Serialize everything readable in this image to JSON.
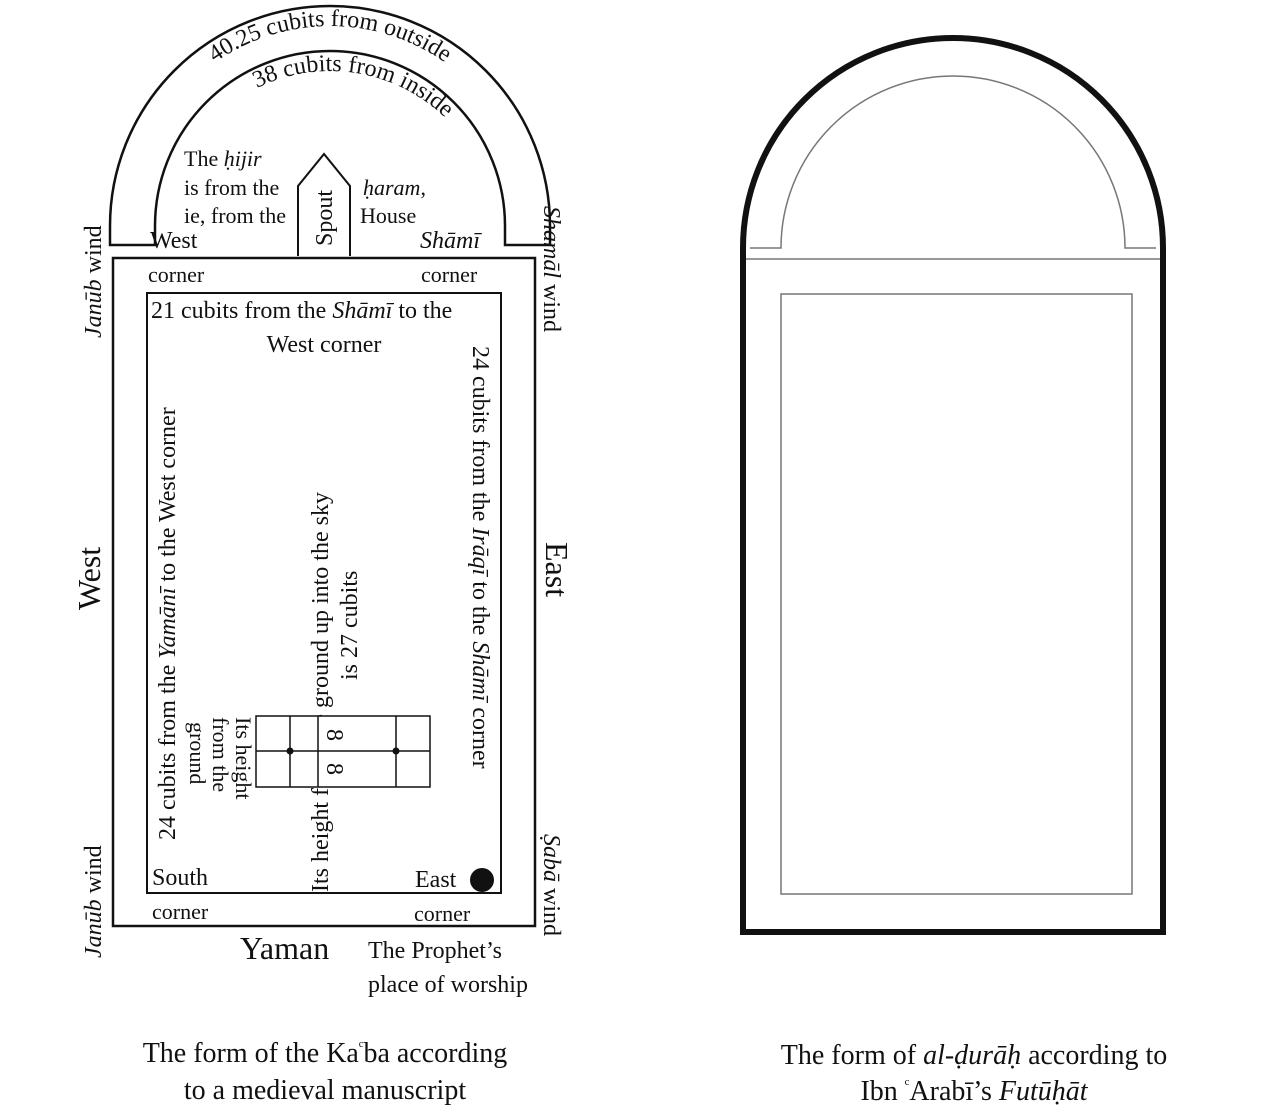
{
  "left_figure": {
    "arc_outer_label": "40.25 cubits from outside",
    "arc_inner_label": "38 cubits from inside",
    "hijir_note": {
      "line1_a": "The ",
      "line1_b": "ḥijir",
      "line2": "is from the",
      "line3": "ie, from the",
      "line4_a": "ḥaram",
      "line4_b": ",",
      "line5": "House"
    },
    "spout": "Spout",
    "west_label": "West",
    "shami_label": "Shāmī",
    "corner_label": "corner",
    "janub_wind_a": "Janūb",
    "janub_wind_b": " wind",
    "shamal_wind_a": "Shamāl",
    "shamal_wind_b": " wind",
    "saba_wind_a": "Ṣabā",
    "saba_wind_b": " wind",
    "top_measure_a": "21 cubits from the ",
    "top_measure_b": "Shāmī",
    "top_measure_c": " to the",
    "top_measure_line2": "West corner",
    "left_measure_a": "24 cubits from the ",
    "left_measure_b": "Yamānī",
    "left_measure_c": " to the West corner",
    "right_measure_a": "24 cubits from the ",
    "right_measure_b": "Irāqī",
    "right_measure_c": " to the ",
    "right_measure_d": "Shāmī",
    "right_measure_e": " corner",
    "height_line1": "Its height from the ground up into the sky",
    "height_line2": "is 27 cubits",
    "door_height_note": [
      "Its height",
      "from the",
      "ground"
    ],
    "door_value": "8",
    "side_west": "West",
    "side_east": "East",
    "south_label": "South",
    "east_label": "East",
    "yaman_label": "Yaman",
    "prophet_line1": "The Prophet’s",
    "prophet_line2": "place of worship",
    "caption_line1_a": "The form of the Ka",
    "caption_line1_b": "ᶜ",
    "caption_line1_c": "ba according",
    "caption_line2": "to a medieval manuscript"
  },
  "right_figure": {
    "caption_line1_a": "The form of ",
    "caption_line1_b": "al-ḍurāḥ",
    "caption_line1_c": " according to",
    "caption_line2_a": "Ibn ",
    "caption_line2_b": "ᶜ",
    "caption_line2_c": "Arabī’s ",
    "caption_line2_d": "Futūḥāt"
  }
}
